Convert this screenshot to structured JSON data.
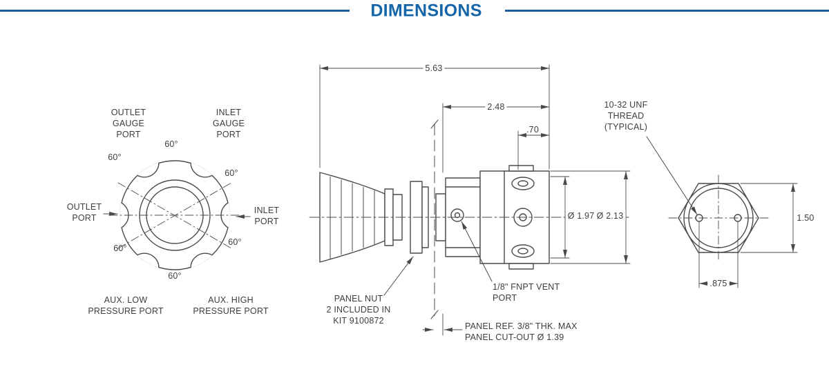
{
  "header": {
    "title": "DIMENSIONS"
  },
  "colors": {
    "accent": "#1565a8",
    "rule": "#1c5c9c",
    "line": "#4a4a4a",
    "text": "#3d3d3d"
  },
  "front_view": {
    "outlet_gauge_port": "OUTLET\nGAUGE\nPORT",
    "inlet_gauge_port": "INLET\nGAUGE\nPORT",
    "outlet_port": "OUTLET\nPORT",
    "inlet_port": "INLET\nPORT",
    "aux_low": "AUX. LOW\nPRESSURE PORT",
    "aux_high": "AUX. HIGH\nPRESSURE PORT",
    "angle_labels": [
      "60°",
      "60°",
      "60°",
      "60°",
      "60°",
      "60°"
    ]
  },
  "side_view": {
    "dims": {
      "overall_length": "5.63",
      "body_length": "2.48",
      "bonnet_depth": ".70",
      "body_dia": "Ø 1.97",
      "flange_dia": "Ø 2.13"
    },
    "panel_nut_note": "PANEL NUT\n2 INCLUDED IN\nKIT 9100872",
    "vent_note": "1/8\" FNPT VENT\nPORT",
    "panel_note": "PANEL REF. 3/8\" THK. MAX\nPANEL CUT-OUT Ø 1.39"
  },
  "end_view": {
    "thread_note": "10-32 UNF\nTHREAD\n(TYPICAL)",
    "dims": {
      "across_flats": "1.50",
      "hole_spacing": ".875"
    }
  }
}
